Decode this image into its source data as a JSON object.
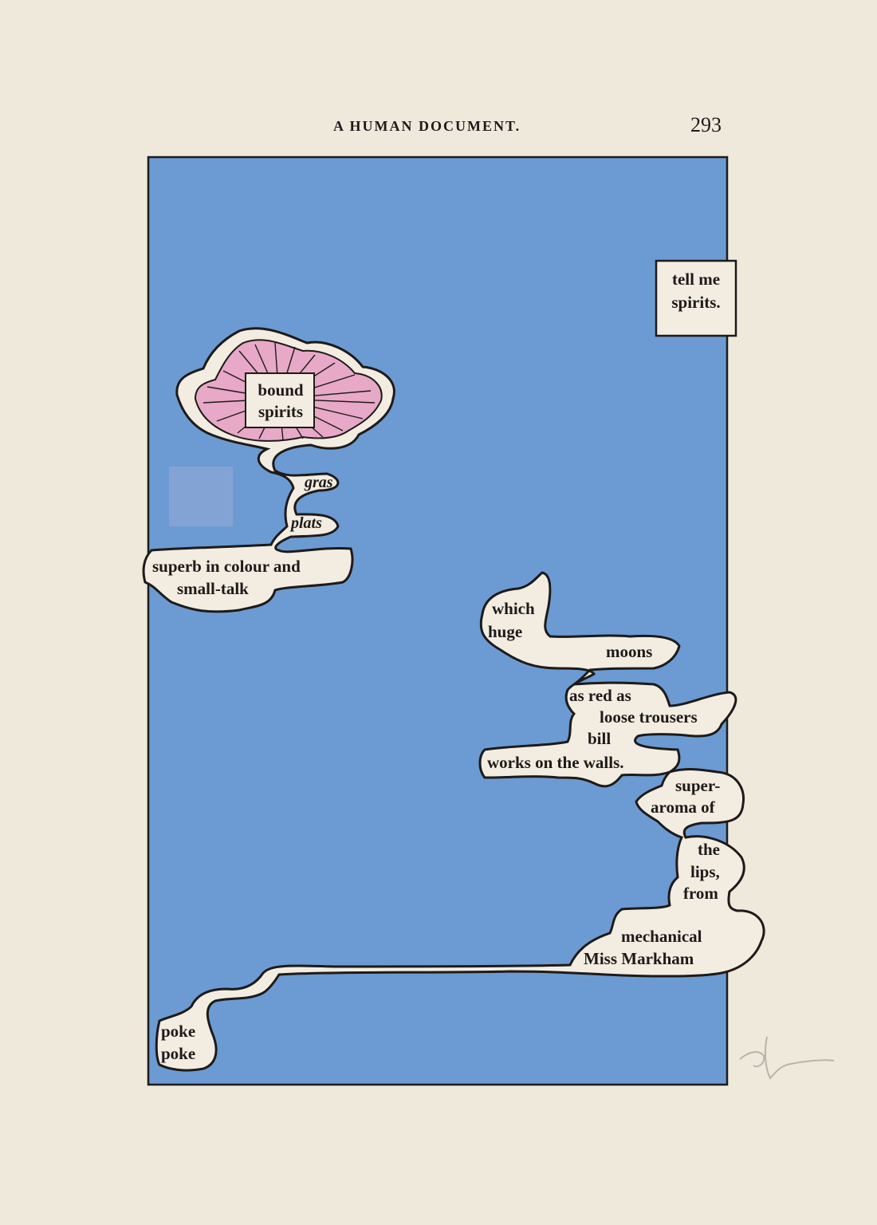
{
  "header": {
    "running_head": "A HUMAN DOCUMENT.",
    "page_number": "293"
  },
  "colors": {
    "paper": "#efe9dc",
    "panel_blue": "#6b9bd2",
    "ink": "#1e1a1a",
    "flower_pink": "#e7a9c7"
  },
  "fragments": {
    "tell_me_1": "tell me",
    "tell_me_2": "spirits.",
    "bound_1": "bound",
    "bound_2": "spirits",
    "gras": "gras",
    "plats": "plats",
    "superb": "superb in colour and",
    "small_talk": "small-talk",
    "which": "which",
    "huge": "huge",
    "moons": "moons",
    "as_red_as": "as red as",
    "loose_trousers": "loose trousers",
    "bill": "bill",
    "works_on_walls": "works on the walls.",
    "super": "super-",
    "aroma_of": "aroma of",
    "the": "the",
    "lips": "lips,",
    "from": "from",
    "mechanical": "mechanical",
    "miss_markham": "Miss Markham",
    "poke_1": "poke",
    "poke_2": "poke"
  }
}
